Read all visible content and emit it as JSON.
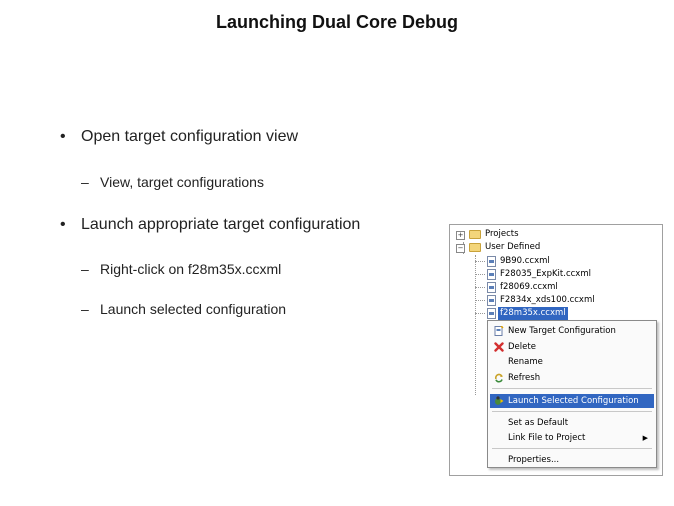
{
  "slide": {
    "title": "Launching Dual Core Debug",
    "bullets": [
      {
        "text": "Open target configuration view",
        "sub": [
          "View, target configurations"
        ]
      },
      {
        "text": "Launch appropriate target configuration",
        "sub": [
          "Right-click on f28m35x.ccxml",
          "Launch selected configuration"
        ]
      }
    ],
    "bullet_char": "•",
    "dash_char": "–"
  },
  "tree": {
    "projects": "Projects",
    "user_defined": "User Defined",
    "files": [
      "9B90.ccxml",
      "F28035_ExpKit.ccxml",
      "f28069.ccxml",
      "F2834x_xds100.ccxml",
      "f28m35x.ccxml"
    ],
    "selected": "f28m35x.ccxml",
    "plus": "+",
    "minus": "−"
  },
  "menu": {
    "new_target": "New Target Configuration",
    "delete": "Delete",
    "rename": "Rename",
    "refresh": "Refresh",
    "launch": "Launch Selected Configuration",
    "set_default": "Set as Default",
    "link_file": "Link File to Project",
    "properties": "Properties...",
    "submenu_arrow": "▶"
  },
  "colors": {
    "selection": "#3166c1",
    "delete_icon": "#d32f2f"
  }
}
